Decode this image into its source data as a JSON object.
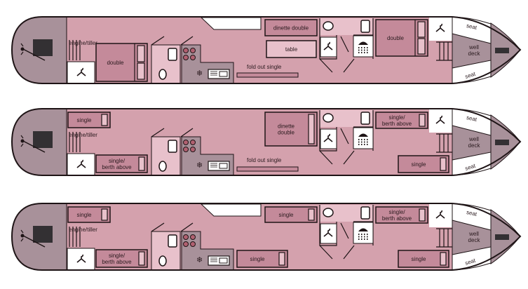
{
  "colors": {
    "hull": "#d4a1ad",
    "stern": "#a8919a",
    "bed": "#c48a9a",
    "light": "#e8c1cb",
    "outline": "#1e1416",
    "engine": "#333033",
    "white": "#ffffff"
  },
  "boats": [
    {
      "engine_label": "engine/tiller",
      "beds": [
        {
          "lines": [
            "double"
          ]
        },
        {
          "lines": [
            "dinette double"
          ]
        },
        {
          "lines": [
            "table"
          ]
        },
        {
          "lines": [
            "double"
          ]
        }
      ],
      "fold_out": "fold out single",
      "seat_top": "seat",
      "seat_bottom": "seat",
      "well_deck": [
        "well",
        "deck"
      ]
    },
    {
      "engine_label": "engine/tiller",
      "beds": [
        {
          "lines": [
            "single"
          ]
        },
        {
          "lines": [
            "single/",
            "berth above"
          ]
        },
        {
          "lines": [
            "dinette",
            "double"
          ]
        },
        {
          "lines": [
            "single/",
            "berth above"
          ]
        },
        {
          "lines": [
            "single"
          ]
        }
      ],
      "fold_out": "fold out single",
      "seat_top": "seat",
      "seat_bottom": "seat",
      "well_deck": [
        "well",
        "deck"
      ]
    },
    {
      "engine_label": "engine/tiller",
      "beds": [
        {
          "lines": [
            "single"
          ]
        },
        {
          "lines": [
            "single/",
            "berth above"
          ]
        },
        {
          "lines": [
            "single"
          ]
        },
        {
          "lines": [
            "single"
          ]
        },
        {
          "lines": [
            "single/",
            "berth above"
          ]
        },
        {
          "lines": [
            "single"
          ]
        }
      ],
      "seat_top": "seat",
      "seat_bottom": "seat",
      "well_deck": [
        "well",
        "deck"
      ]
    }
  ]
}
